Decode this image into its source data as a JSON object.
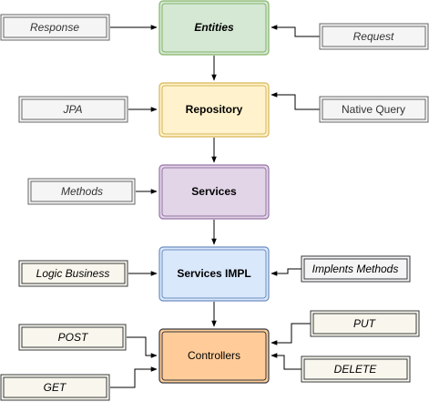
{
  "nodes": {
    "entities": {
      "label": "Entities"
    },
    "repository": {
      "label": "Repository"
    },
    "services": {
      "label": "Services"
    },
    "services_impl": {
      "label": "Services IMPL"
    },
    "controllers": {
      "label": "Controllers"
    },
    "response": {
      "label": "Response"
    },
    "request": {
      "label": "Request"
    },
    "jpa": {
      "label": "JPA"
    },
    "native_query": {
      "label": "Native Query"
    },
    "methods": {
      "label": "Methods"
    },
    "logic_business": {
      "label": "Logic Business"
    },
    "implements_methods": {
      "label": "Implents Methods"
    },
    "post": {
      "label": "POST"
    },
    "put": {
      "label": "PUT"
    },
    "get": {
      "label": "GET"
    },
    "delete": {
      "label": "DELETE"
    }
  },
  "colors": {
    "entities_fill": "#d5e8d4",
    "entities_stroke": "#82b366",
    "repository_fill": "#fff2cc",
    "repository_stroke": "#d6b656",
    "services_fill": "#e1d5e7",
    "services_stroke": "#9673a6",
    "services_impl_fill": "#dae8fc",
    "services_impl_stroke": "#6c8ebf",
    "controllers_fill": "#ffcc99",
    "controllers_stroke": "#36393d",
    "gray_fill": "#f5f5f5",
    "gray_stroke": "#666666",
    "cream_fill": "#f9f7ed",
    "cream_stroke": "#36393d"
  }
}
